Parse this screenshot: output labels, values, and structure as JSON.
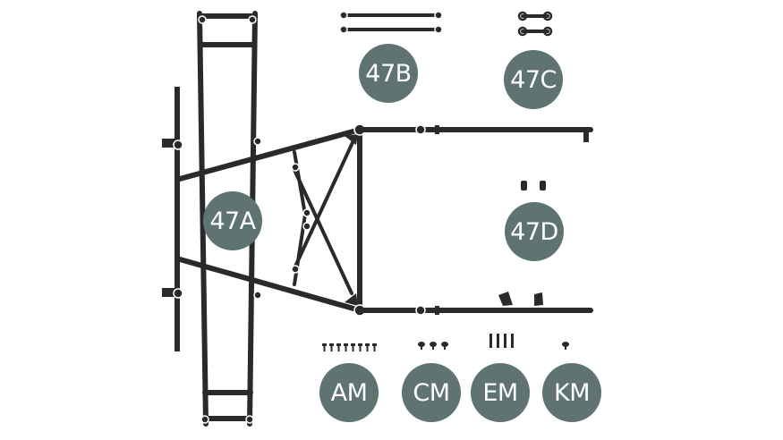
{
  "labels": {
    "frame": "47A",
    "bars": "47B",
    "clips": "47C",
    "brackets": "47D",
    "am": "AM",
    "cm": "CM",
    "em": "EM",
    "km": "KM"
  },
  "colors": {
    "badge": "#5f7372",
    "metal": "#2a2a2a",
    "background": "#ffffff"
  }
}
